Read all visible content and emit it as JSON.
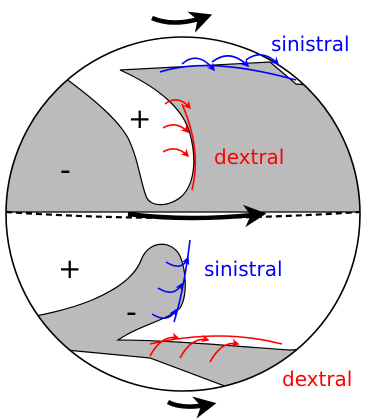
{
  "labels": {
    "top_right": "sinistral",
    "top_middle": "dextral",
    "bottom_middle": "sinistral",
    "bottom_right": "dextral",
    "plus_upper": "+",
    "minus_upper": "-",
    "plus_lower": "+",
    "minus_lower": "-"
  },
  "colors": {
    "region_fill": "#bbbbbb",
    "outline": "#000000",
    "sinistral": "#0000ff",
    "dextral": "#ff0000",
    "equator": "#000000",
    "rotation_arrow": "#000000"
  },
  "icons": {
    "rotation": "rotation-arrow-icon",
    "shear": "shear-arrow-icon"
  }
}
